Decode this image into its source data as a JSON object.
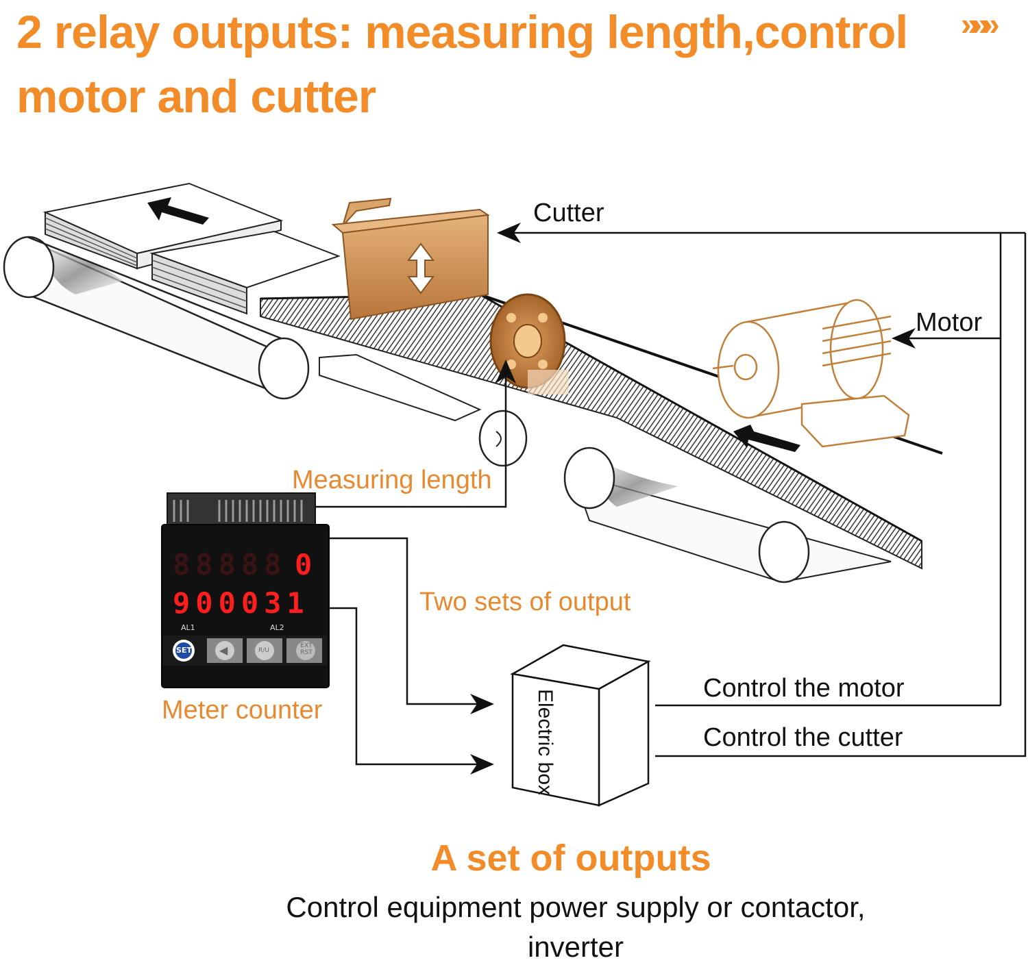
{
  "header": {
    "title": "2 relay outputs: measuring length,control motor and cutter",
    "chevrons": "»»»"
  },
  "labels": {
    "cutter": "Cutter",
    "motor": "Motor",
    "measuring_length": "Measuring length",
    "two_sets": "Two sets of output",
    "meter_counter": "Meter counter",
    "electric_box": "Electric box",
    "control_motor": "Control the motor",
    "control_cutter": "Control the cutter"
  },
  "counter": {
    "line1": "0",
    "line2": "900031",
    "al1": "AL1",
    "al2": "AL2",
    "buttons": [
      "SET",
      "◀",
      "R/U",
      "EXT RST"
    ]
  },
  "footer": {
    "title": "A set of outputs",
    "text": "Control equipment power supply or contactor, inverter"
  },
  "colors": {
    "accent": "#F28C28",
    "cutter_fill": "#C98A4A",
    "display_red": "#ff1e1e"
  }
}
